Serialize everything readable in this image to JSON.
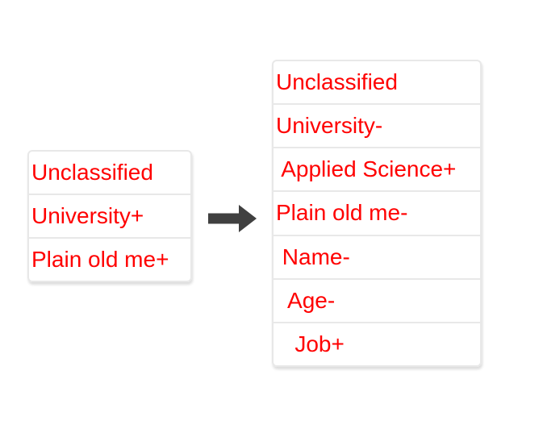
{
  "diagram": {
    "description": "class hierarchy transformation",
    "colors": {
      "text_red": "#ff0000",
      "cell_border": "#e8e8e8",
      "cell_background": "#ffffff",
      "arrow_fill": "#404040",
      "page_background": "#ffffff"
    },
    "left_table": {
      "rows": [
        "Unclassified",
        "University+",
        "Plain old me+"
      ]
    },
    "arrow": {
      "icon": "right-arrow-icon",
      "direction": "right"
    },
    "right_table": {
      "rows": [
        "Unclassified",
        "University-",
        " Applied Science+",
        "Plain old me-",
        " Name-",
        "  Age-",
        "   Job+"
      ]
    }
  }
}
